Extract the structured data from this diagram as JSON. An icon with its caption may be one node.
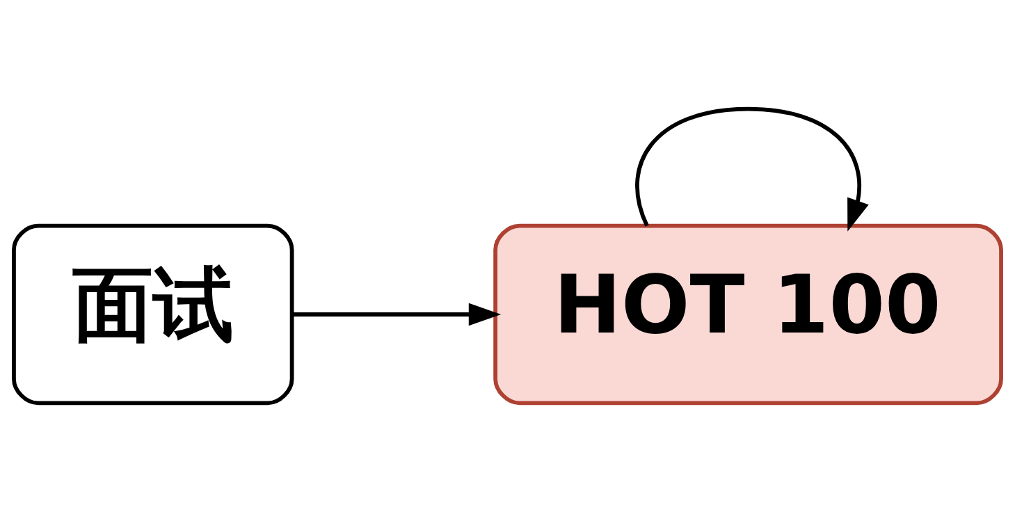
{
  "diagram": {
    "nodes": [
      {
        "text": [
          "面试"
        ]
      },
      {
        "text": [
          "HOT 100"
        ]
      }
    ],
    "edges": [
      {
        "from": 0,
        "to": 1,
        "arrow": "to"
      },
      {
        "from": 1,
        "to": 1,
        "arrow": "to"
      }
    ]
  }
}
